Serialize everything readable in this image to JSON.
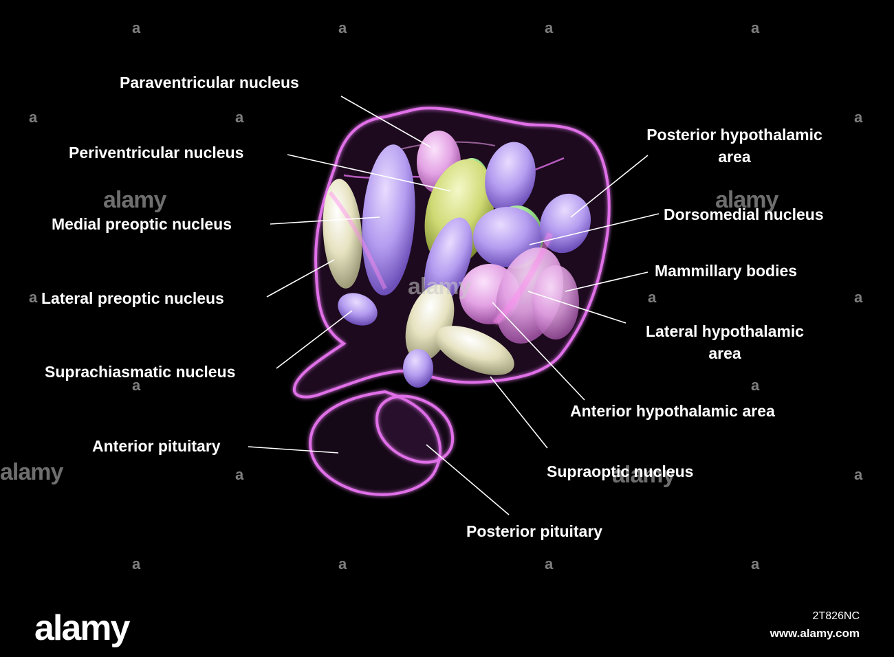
{
  "labels": {
    "paraventricular": "Paraventricular nucleus",
    "periventricular": "Periventricular nucleus",
    "medial_preoptic": "Medial preoptic nucleus",
    "lateral_preoptic": "Lateral preoptic nucleus",
    "suprachiasmatic": "Suprachiasmatic nucleus",
    "anterior_pituitary": "Anterior pituitary",
    "posterior_hypothalamic_line1": "Posterior hypothalamic",
    "posterior_hypothalamic_line2": "area",
    "dorsomedial": "Dorsomedial nucleus",
    "mammillary": "Mammillary bodies",
    "lateral_hypothalamic_line1": "Lateral hypothalamic",
    "lateral_hypothalamic_line2": "area",
    "anterior_hypothalamic": "Anterior hypothalamic area",
    "supraoptic": "Supraoptic nucleus",
    "posterior_pituitary": "Posterior pituitary"
  },
  "watermark": {
    "text": "alamy",
    "mark": "a"
  },
  "footer": {
    "logo": "alamy",
    "image_id": "2T826NC",
    "url": "www.alamy.com"
  },
  "colors": {
    "background": "#000000",
    "outline": "#e070e8",
    "lavender": "#b49cf0",
    "pink": "#e6a8e6",
    "yellow_green": "#d4df7c",
    "cream": "#e6e2c0",
    "green": "#9be08c"
  }
}
